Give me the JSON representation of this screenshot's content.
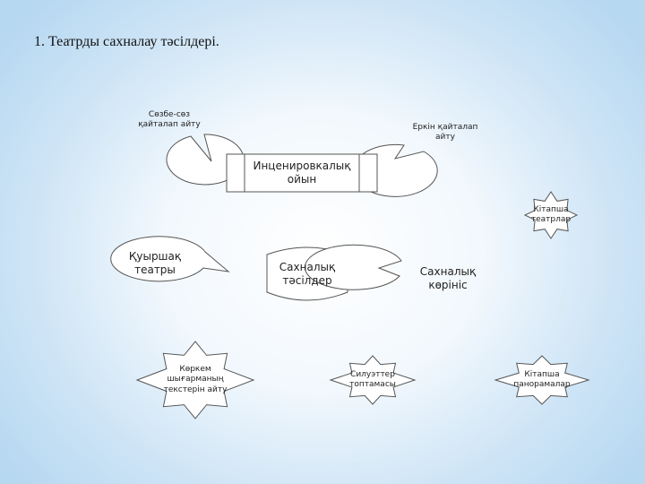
{
  "slide": {
    "title": "1. Театрды сахналау тәсілдері."
  },
  "nodes": {
    "sozbe_soz": "Сөзбе-сөз қайталап айту",
    "erkin": "Еркін қайталап айту",
    "inscenirovka": "Инценировкалық ойын",
    "kitapsha_teatr": "Кітапша театрлар",
    "kuyrshak": "Қуыршақ театры",
    "sahnalyk_tasilder": "Сахналық тәсілдер",
    "sahnalyk_korinis": "Сахналық көрініс",
    "korkem": "Көркем шығарманың текстерін айту",
    "siluetter": "Силуэттер топтамасы",
    "kitapsha_panorama": "Кітапша панорамалар"
  },
  "colors": {
    "stroke": "#555555",
    "fill": "#ffffff",
    "text": "#222222"
  }
}
